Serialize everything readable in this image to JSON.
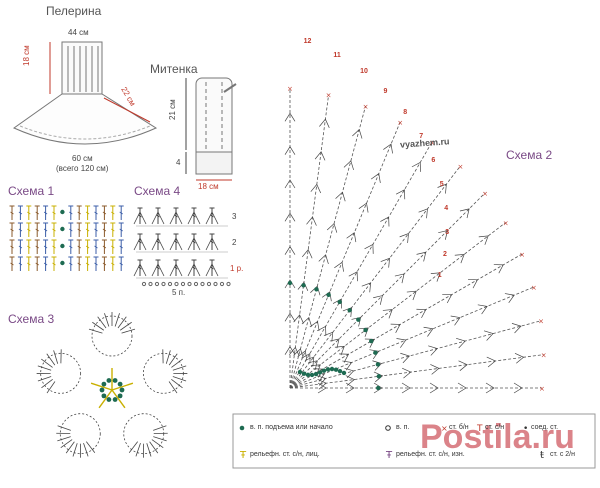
{
  "titles": {
    "pelerina": "Пелерина",
    "mitenka": "Митенка",
    "scheme1": "Схема 1",
    "scheme2": "Схема 2",
    "scheme3": "Схема 3",
    "scheme4": "Схема 4"
  },
  "pelerina_dims": {
    "top": "44 см",
    "height": "18 см",
    "side": "22 см",
    "bottom": "60 см",
    "bottom_total": "(всего 120 см)"
  },
  "mitenka_dims": {
    "length": "21 см",
    "cuff": "4",
    "width": "18 см"
  },
  "scheme4_rows": [
    "3",
    "2",
    "1 р."
  ],
  "scheme4_repeat": "5 п.",
  "scheme2_rows": [
    "1",
    "2",
    "3",
    "4",
    "5",
    "6",
    "7",
    "8",
    "9",
    "10",
    "11",
    "12"
  ],
  "watermark_site": "vyazhem.ru",
  "watermark_brand": "Postila.ru",
  "legend": [
    {
      "symbol": "dot",
      "text": "в. п. подъема или начало"
    },
    {
      "symbol": "circle",
      "text": "в. п."
    },
    {
      "symbol": "cross",
      "text": "ст. б/н"
    },
    {
      "symbol": "t",
      "text": "ст. с/н"
    },
    {
      "symbol": "slst",
      "text": "соед. ст."
    },
    {
      "symbol": "relief",
      "text": "рельефн. ст. с/н, лиц."
    },
    {
      "symbol": "relief2",
      "text": "рельефн. ст. с/н, изн."
    },
    {
      "symbol": "dc2",
      "text": "ст. с 2/н"
    }
  ],
  "colors": {
    "scheme_title": "#7a4a86",
    "accent_red": "#c0392b",
    "green_dot": "#1e6b52",
    "yellow": "#c9b000",
    "blue": "#3b5ea8",
    "brown": "#8a5a2b"
  }
}
